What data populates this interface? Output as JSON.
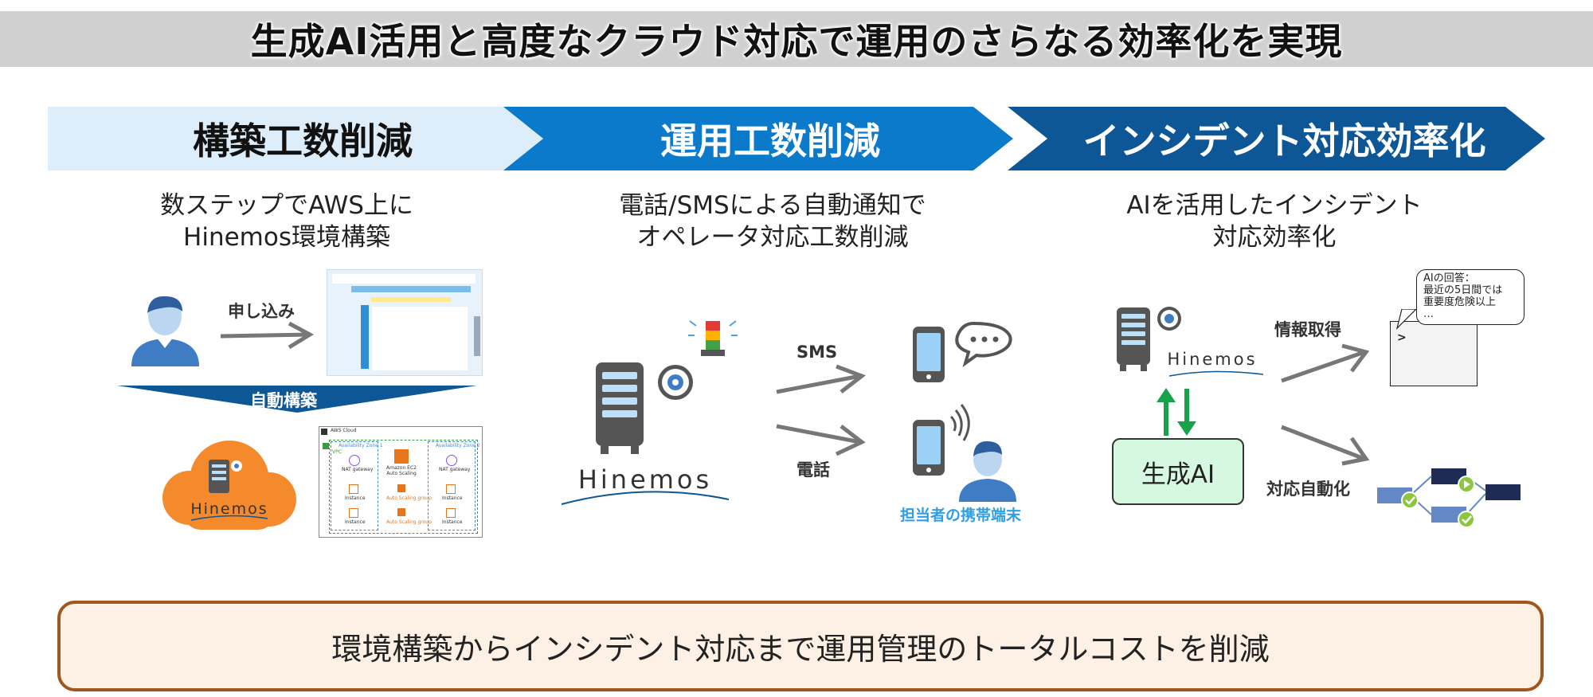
{
  "title": "生成AI活用と高度なクラウド対応で運用のさらなる効率化を実現",
  "columns": [
    {
      "heading": "構築工数削減",
      "desc": [
        "数ステップでAWS上に",
        "Hinemos環境構築"
      ]
    },
    {
      "heading": "運用工数削減",
      "desc": [
        "電話/SMSによる自動通知で",
        "オペレータ対応工数削減"
      ]
    },
    {
      "heading": "インシデント対応効率化",
      "desc": [
        "AIを活用したインシデント",
        "対応効率化"
      ]
    }
  ],
  "col1": {
    "apply_label": "申し込み",
    "auto_build_label": "自動構築",
    "brand": "Hinemos"
  },
  "aws": {
    "cloud": "AWS Cloud",
    "vpc": "VPC",
    "az1": "Availability Zone 1",
    "az2": "Availability Zone 2",
    "nat1": "NAT gateway",
    "nat2": "NAT gateway",
    "asg_top": "Amazon EC2 Auto Scaling",
    "instance": "Instance",
    "asg_group": "Auto Scaling group"
  },
  "col2": {
    "brand": "Hinemos",
    "sms_label": "SMS",
    "phone_label": "電話",
    "device_label": "担当者の携帯端末"
  },
  "col3": {
    "brand": "Hinemos",
    "info_label": "情報取得",
    "auto_label": "対応自動化",
    "ai_label": "生成AI",
    "bubble": [
      "AIの回答：",
      "最近の5日間では",
      "重要度危険以上",
      "…"
    ],
    "prompt": ">"
  },
  "bottom": "環境構築からインシデント対応まで運用管理のトータルコストを削減"
}
